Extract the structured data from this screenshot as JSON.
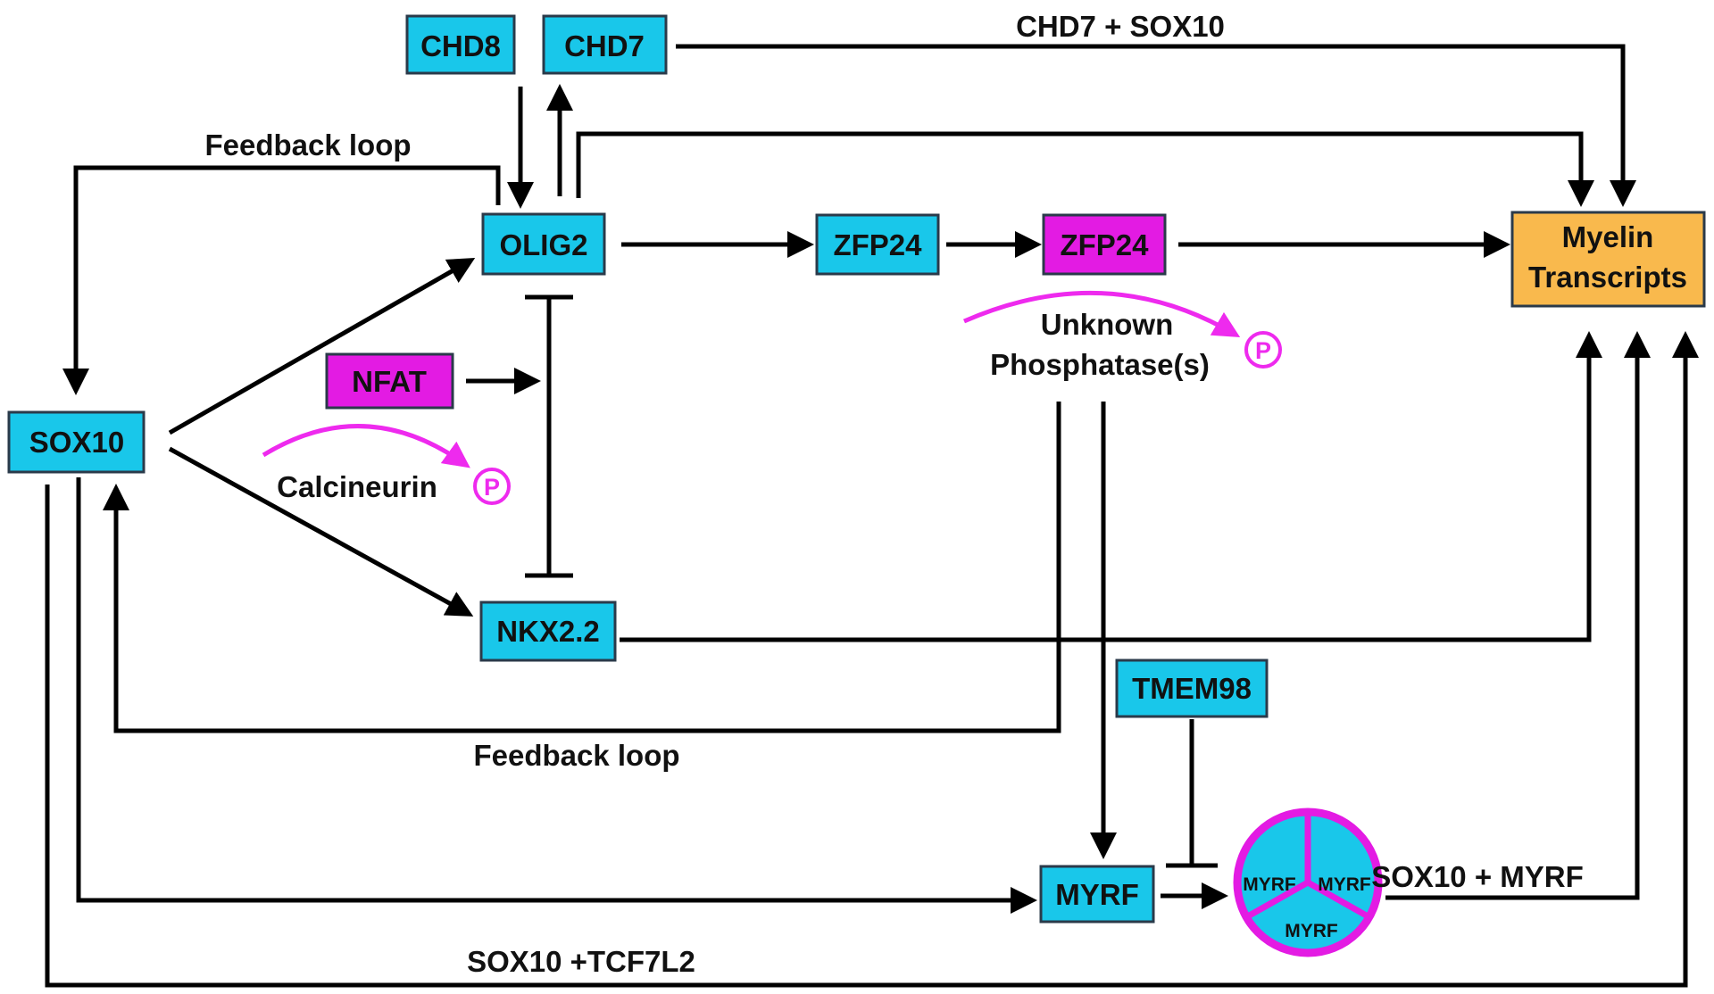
{
  "colors": {
    "cyan": "#19c7ea",
    "magenta": "#e31be3",
    "orange": "#f9b94d",
    "border": "#2a3a4a",
    "line": "#000000",
    "annotation": "#ee2aee"
  },
  "nodes": {
    "chd8": "CHD8",
    "chd7": "CHD7",
    "olig2": "OLIG2",
    "zfp24_a": "ZFP24",
    "zfp24_b": "ZFP24",
    "myelin_line1": "Myelin",
    "myelin_line2": "Transcripts",
    "nfat": "NFAT",
    "sox10": "SOX10",
    "nkx22": "NKX2.2",
    "tmem98": "TMEM98",
    "myrf": "MYRF",
    "myrf_trimer": [
      "MYRF",
      "MYRF",
      "MYRF"
    ]
  },
  "labels": {
    "chd7_sox10": "CHD7 + SOX10",
    "feedback_top": "Feedback loop",
    "feedback_bottom": "Feedback loop",
    "unknown_line1": "Unknown",
    "unknown_line2": "Phosphatase(s)",
    "calcineurin": "Calcineurin",
    "sox10_myrf": "SOX10 + MYRF",
    "sox10_tcf7l2": "SOX10 +TCF7L2",
    "phospho_symbol": "P"
  }
}
